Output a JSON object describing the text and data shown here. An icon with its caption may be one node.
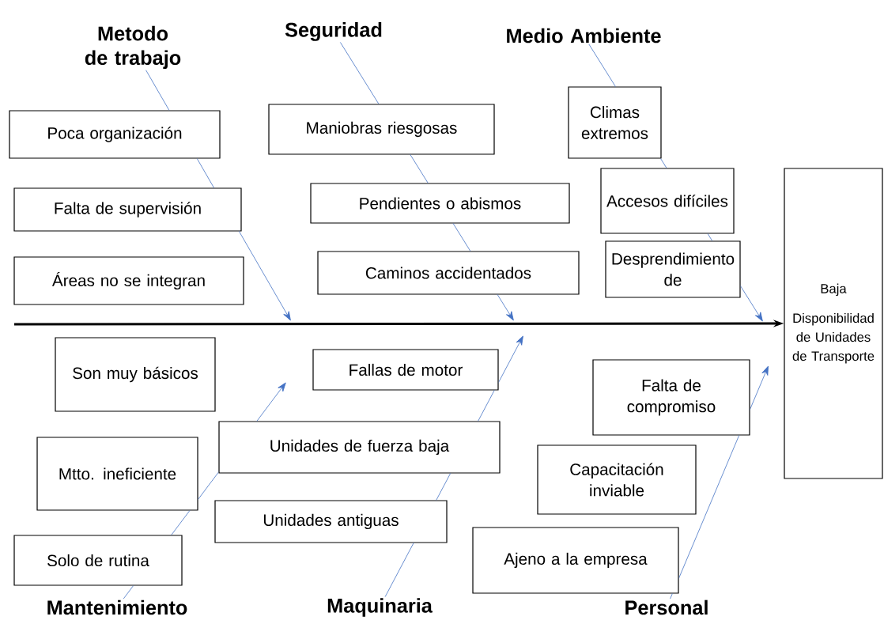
{
  "diagram": {
    "nodes": [
      {
        "text": [
          "Metodo de trabajo"
        ]
      },
      {
        "text": [
          "Seguridad"
        ]
      },
      {
        "text": [
          "Medio Ambiente"
        ]
      },
      {
        "text": [
          "Mantenimiento"
        ]
      },
      {
        "text": [
          "Maquinaria"
        ]
      },
      {
        "text": [
          "Personal"
        ]
      },
      {
        "text": [
          "Baja",
          "Disponibilidad de Unidades de Transporte"
        ]
      },
      {
        "text": [
          "Poca organización"
        ]
      },
      {
        "text": [
          "Falta de supervisión"
        ]
      },
      {
        "text": [
          "Áreas no se integran"
        ]
      },
      {
        "text": [
          "Maniobras riesgosas"
        ]
      },
      {
        "text": [
          "Pendientes o abismos"
        ]
      },
      {
        "text": [
          "Caminos accidentados"
        ]
      },
      {
        "text": [
          "Climas extremos"
        ]
      },
      {
        "text": [
          "Accesos difíciles"
        ]
      },
      {
        "text": [
          "Desprendimiento de"
        ]
      },
      {
        "text": [
          "Son muy básicos"
        ]
      },
      {
        "text": [
          "Mtto. ineficiente"
        ]
      },
      {
        "text": [
          "Solo de rutina"
        ]
      },
      {
        "text": [
          "Fallas de motor"
        ]
      },
      {
        "text": [
          "Unidades de fuerza baja"
        ]
      },
      {
        "text": [
          "Unidades antiguas"
        ]
      },
      {
        "text": [
          "Falta de compromiso"
        ]
      },
      {
        "text": [
          "Capacitación inviable"
        ]
      },
      {
        "text": [
          "Ajeno a la empresa"
        ]
      }
    ],
    "edges": [
      {
        "from": null,
        "to": 6,
        "arrow": "to",
        "style": "thick",
        "color": "#000000"
      },
      {
        "from": 0,
        "to": null,
        "arrow": "to"
      },
      {
        "from": 1,
        "to": null,
        "arrow": "to"
      },
      {
        "from": 2,
        "to": null,
        "arrow": "to"
      },
      {
        "from": 3,
        "to": null,
        "arrow": "to"
      },
      {
        "from": 4,
        "to": null,
        "arrow": "to"
      },
      {
        "from": 5,
        "to": null,
        "arrow": "to"
      }
    ]
  }
}
